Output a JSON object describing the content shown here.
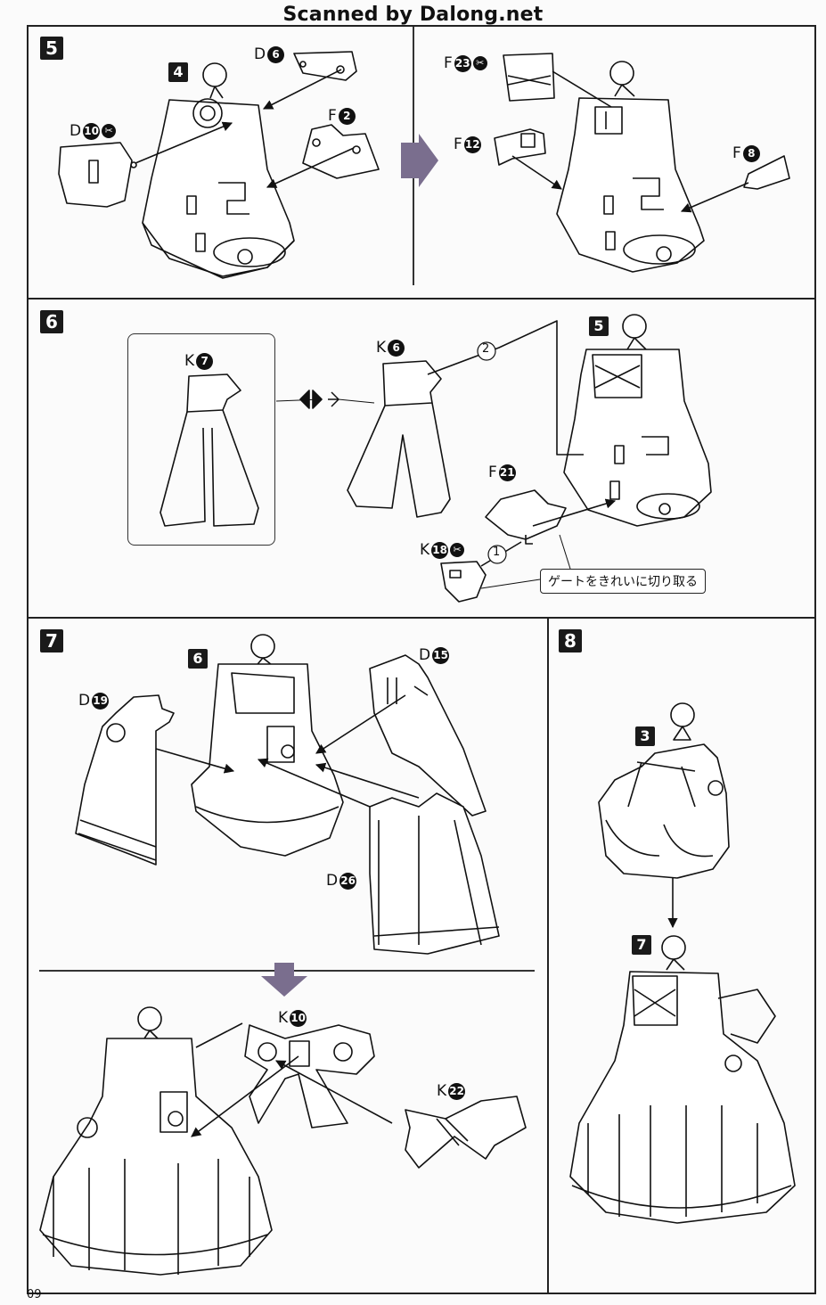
{
  "watermark": "Scanned by Dalong.net",
  "page_number": "09",
  "callout_gate": "ゲートをきれいに切り取る",
  "steps": {
    "s5": {
      "number": "5",
      "ref_left": "4",
      "parts": {
        "d6": {
          "runner": "D",
          "num": "6"
        },
        "d10": {
          "runner": "D",
          "num": "10"
        },
        "f2": {
          "runner": "F",
          "num": "2"
        },
        "f23": {
          "runner": "F",
          "num": "23"
        },
        "f12": {
          "runner": "F",
          "num": "12"
        },
        "f8": {
          "runner": "F",
          "num": "8"
        }
      }
    },
    "s6": {
      "number": "6",
      "ref": "5",
      "parts": {
        "k7": {
          "runner": "K",
          "num": "7"
        },
        "k6": {
          "runner": "K",
          "num": "6"
        },
        "f21": {
          "runner": "F",
          "num": "21"
        },
        "k18": {
          "runner": "K",
          "num": "18"
        }
      },
      "order_1": "1",
      "order_2": "2"
    },
    "s7": {
      "number": "7",
      "ref": "6",
      "parts": {
        "d19": {
          "runner": "D",
          "num": "19"
        },
        "d15": {
          "runner": "D",
          "num": "15"
        },
        "d26": {
          "runner": "D",
          "num": "26"
        },
        "k10": {
          "runner": "K",
          "num": "10"
        },
        "k22": {
          "runner": "K",
          "num": "22"
        }
      }
    },
    "s8": {
      "number": "8",
      "ref_top": "3",
      "ref_bottom": "7"
    }
  },
  "cut_mark": "✂"
}
